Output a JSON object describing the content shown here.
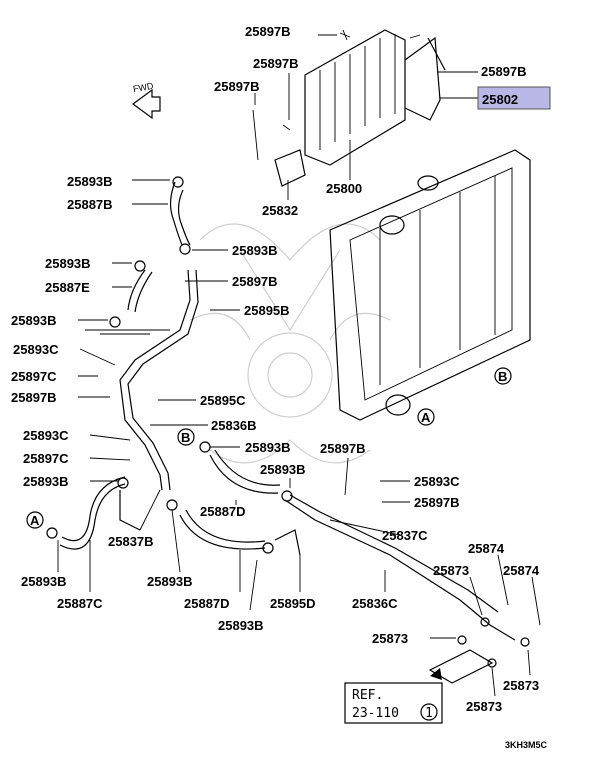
{
  "diagram": {
    "fwd_label": "FWD",
    "drawing_code": "3KH3M5C",
    "ref_box": {
      "line1": "REF.",
      "line2": "23-110",
      "circled": "1"
    },
    "highlight_color": "#b9b7e6",
    "labels": [
      "25897B",
      "25897B",
      "25897B",
      "25897B",
      "25802",
      "25800",
      "25832",
      "25893B",
      "25887B",
      "25893B",
      "25893B",
      "25897B",
      "25887E",
      "25895B",
      "25893B",
      "25893C",
      "25897C",
      "25897B",
      "25895C",
      "25836B",
      "25893C",
      "25893B",
      "25897C",
      "25897B",
      "25893B",
      "25893B",
      "25893C",
      "25887D",
      "25897B",
      "25837B",
      "25837C",
      "25893B",
      "25887C",
      "25893B",
      "25887D",
      "25895D",
      "25836C",
      "25874",
      "25874",
      "25873",
      "25893B",
      "25873",
      "25873",
      "25873"
    ],
    "callouts": [
      "A",
      "B",
      "B",
      "A"
    ]
  }
}
